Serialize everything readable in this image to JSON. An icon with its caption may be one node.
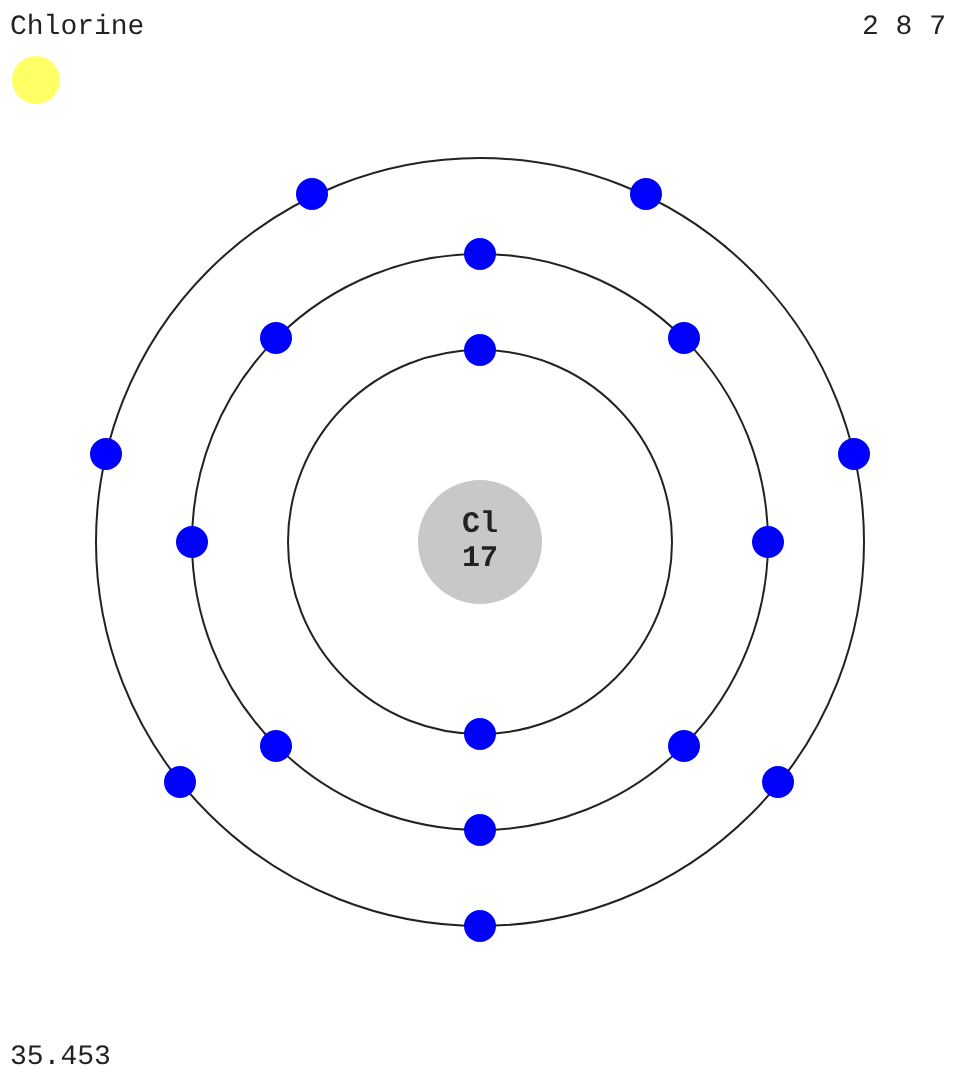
{
  "diagram": {
    "nodes": [
      {
        "text": [
          "Cl",
          "17"
        ]
      }
    ],
    "labels": [
      "Chlorine",
      "2 8 7",
      "35.453"
    ]
  }
}
